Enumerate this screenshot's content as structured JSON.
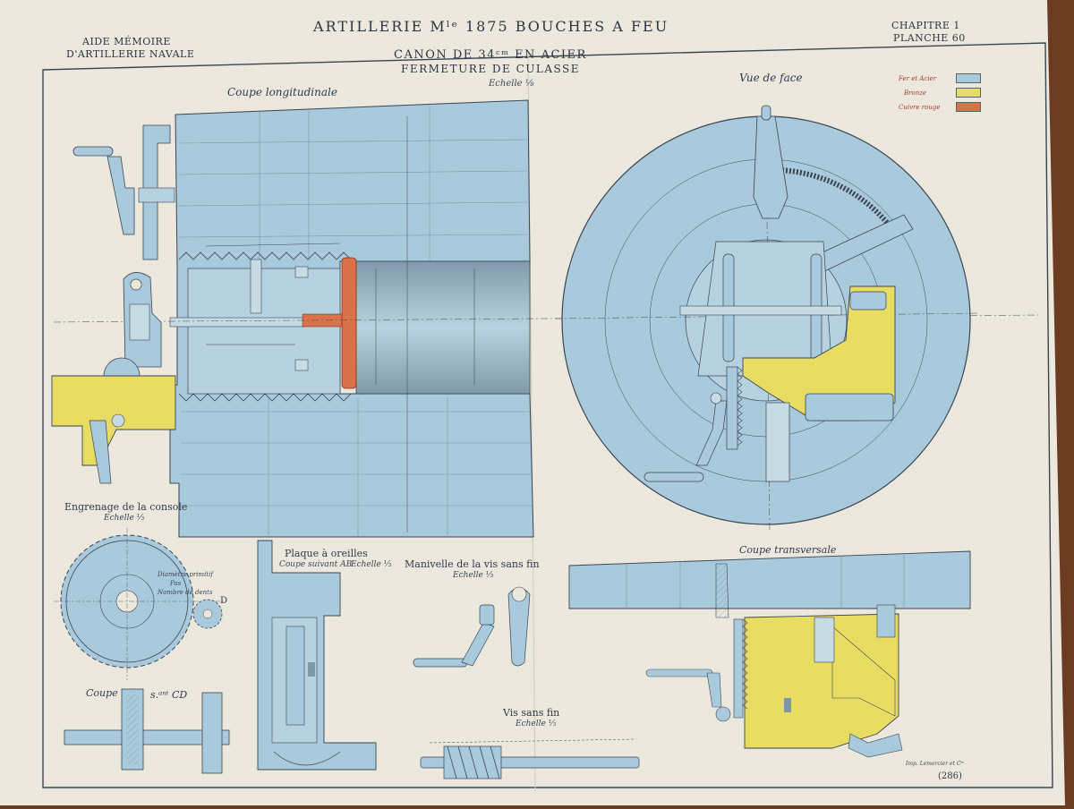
{
  "header": {
    "left_line1": "AIDE MÉMOIRE",
    "left_line2": "D'ARTILLERIE NAVALE",
    "title": "ARTILLERIE Mˡᵉ 1875  BOUCHES A FEU",
    "right_line1": "CHAPITRE 1",
    "right_line2": "PLANCHE 60",
    "subtitle1": "CANON DE 34ᶜᵐ EN ACIER",
    "subtitle2": "FERMETURE DE CULASSE",
    "scale_main": "Echelle ⅛"
  },
  "legend": {
    "items": [
      {
        "label": "Fer et Acier",
        "color": "#a9c9dc"
      },
      {
        "label": "Bronze",
        "color": "#e8dc63"
      },
      {
        "label": "Cuivre rouge",
        "color": "#d9714a"
      }
    ]
  },
  "views": {
    "coupe_longitudinale": "Coupe longitudinale",
    "vue_de_face": "Vue de face",
    "engrenage_title": "Engrenage de la console",
    "engrenage_scale": "Echelle ⅓",
    "engrenage_note1": "Diamètre primitif",
    "engrenage_note2": "Pas",
    "engrenage_note3": "Nombre de dents",
    "engrenage_letter": "D",
    "coupe_cd": "Coupe",
    "coupe_cd_suffix": "s.ᵃⁿᵗ CD",
    "plaque_title": "Plaque à oreilles",
    "plaque_sub": "Coupe suivant AB",
    "plaque_scale": "Echelle ⅓",
    "manivelle_title": "Manivelle de la vis sans fin",
    "manivelle_scale": "Echelle ⅓",
    "vis_title": "Vis sans fin",
    "vis_scale": "Echelle ⅓",
    "coupe_transversale": "Coupe transversale",
    "imprint": "Imp. Lemercier et Cⁱᵉ",
    "page_number": "(286)"
  },
  "colors": {
    "paper": "#ece8de",
    "steel": "#a9c9dc",
    "steel_dark": "#7b97a8",
    "bronze": "#e8dc63",
    "copper": "#d9714a",
    "ink": "#3a4450"
  }
}
